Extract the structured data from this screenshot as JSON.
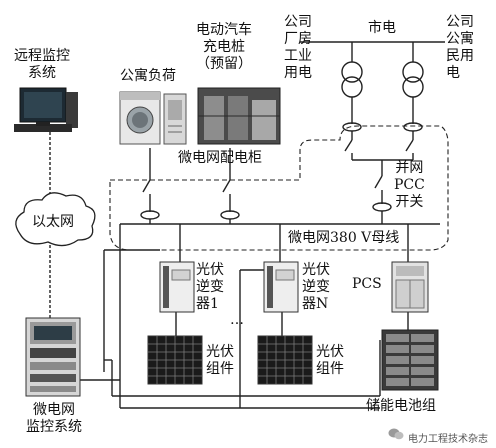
{
  "labels": {
    "remote_monitor": "远程监控\n系统",
    "apartment_load": "公寓负荷",
    "ev_charger": "电动汽车\n充电桩\n（预留）",
    "factory_power": "公司\n厂房\n工业\n用电",
    "city_power": "市电",
    "apartment_power": "公司\n公寓\n民用\n电",
    "dist_cabinet": "微电网配电柜",
    "grid_pcc": "并网\nPCC\n开关",
    "ethernet": "以太网",
    "bus": "微电网380 V母线",
    "pv_inverter_1": "光伏\n逆变\n器1",
    "ellipsis": "…",
    "pv_inverter_n": "光伏\n逆变\n器N",
    "pcs": "PCS",
    "pv_module_1": "光伏\n组件",
    "pv_module_2": "光伏\n组件",
    "storage": "储能电池组",
    "mg_monitor": "微电网\n监控系统",
    "watermark": "电力工程技术杂志"
  }
}
